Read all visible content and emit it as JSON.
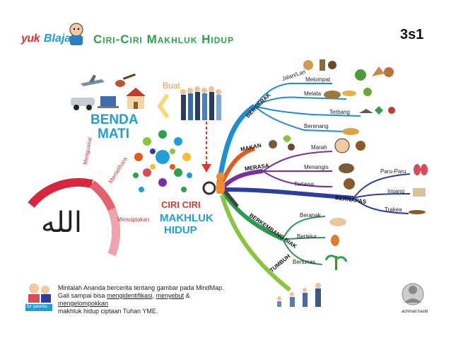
{
  "logo": {
    "part1": "yuk",
    "part2": "Blajar"
  },
  "title": "Ciri-Ciri Makhluk Hidup",
  "code": "3s1",
  "left": {
    "benda": "BENDA",
    "mati": "MATI",
    "buat": "Buat"
  },
  "center": {
    "ciri": "CIRI CIRI",
    "makhluk": "MAKHLUK",
    "hidup": "HIDUP"
  },
  "arc": {
    "menguasai": "Menguasai",
    "memelihara": "Memelihara",
    "menciptakan": "Menciptakan",
    "allah": "الله"
  },
  "branches": {
    "bergerak": "BERGERAK",
    "makan": "MAKAN",
    "merasa": "MERASA",
    "bernapas": "BERNAPAS",
    "berkembangbiak": "BERKEMBANG BIAK",
    "tumbuh": "TUMBUH"
  },
  "sub": {
    "jalan": "Jalan/Lari",
    "melompat": "Melompat",
    "melata": "Melata",
    "terbang": "Terbang",
    "berenang": "Berenang",
    "marah": "Marah",
    "menangis": "Menangis",
    "tertawa": "Tertawa",
    "paruparu": "Paru-Paru",
    "insang": "Insang",
    "trakea": "Trakea",
    "beranak": "Beranak",
    "bertelur": "Bertelur",
    "bertunas": "Bertunas"
  },
  "instructions": {
    "line1": "Mintalah Ananda bercerita tentang gambar pada MindMap.",
    "line2a": "Gali sampai bisa ",
    "ident": "mengidentifikasi",
    "sep1": ", ",
    "sebut": "menyebut",
    "sep2": " & ",
    "kelompok": "mengelompokkan",
    "line3": "makhluk hidup ciptaan Tuhan YME.",
    "badge": "for parents"
  },
  "author": "achmad hasbi",
  "colors": {
    "title": "#2aa34a",
    "blue": "#1e9fd8",
    "red": "#d63b2b",
    "arc": "#d94b58",
    "bergerak": "#1e8fd0",
    "makan": "#e35a1c",
    "merasa": "#7a2ea0",
    "bernapas": "#2c3e9e",
    "biak": "#2a9a4c",
    "tumbuh": "#8bc540"
  }
}
